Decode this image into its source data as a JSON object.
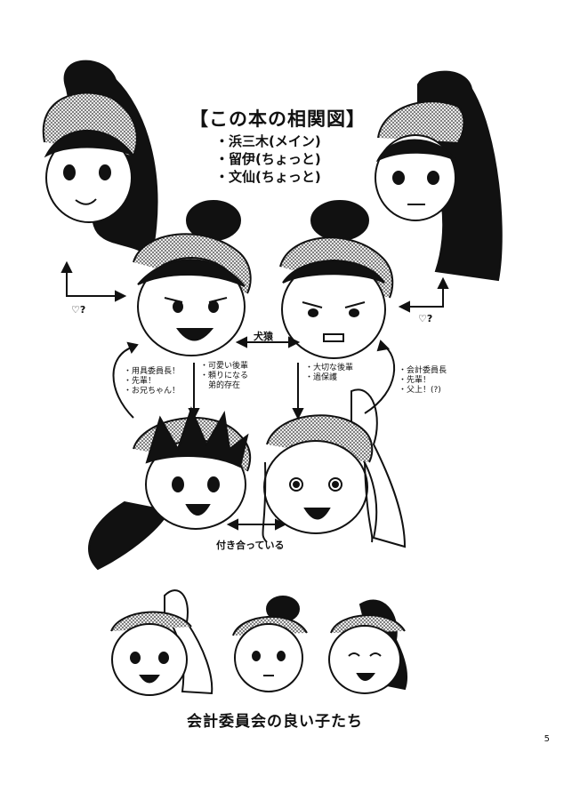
{
  "header": {
    "title": "【この本の相関図】",
    "cast": [
      "・浜三木(メイン)",
      "・留伊(ちょっと)",
      "・文仙(ちょっと)"
    ]
  },
  "relations": {
    "left_heart": "♡?",
    "right_heart": "♡?",
    "middle": "犬猿",
    "left_outer": [
      "・用具委員長！",
      "・先輩！",
      "・お兄ちゃん！"
    ],
    "left_inner": [
      "・可愛い後輩",
      "・頼りになる",
      "　弟的存在"
    ],
    "right_inner": [
      "・大切な後輩",
      "・過保護"
    ],
    "right_outer": [
      "・会計委員長",
      "・先輩！",
      "・父上！(?)"
    ],
    "couple": "付き合っている"
  },
  "footer": {
    "group_caption": "会計委員会の良い子たち",
    "page_number": "5"
  }
}
